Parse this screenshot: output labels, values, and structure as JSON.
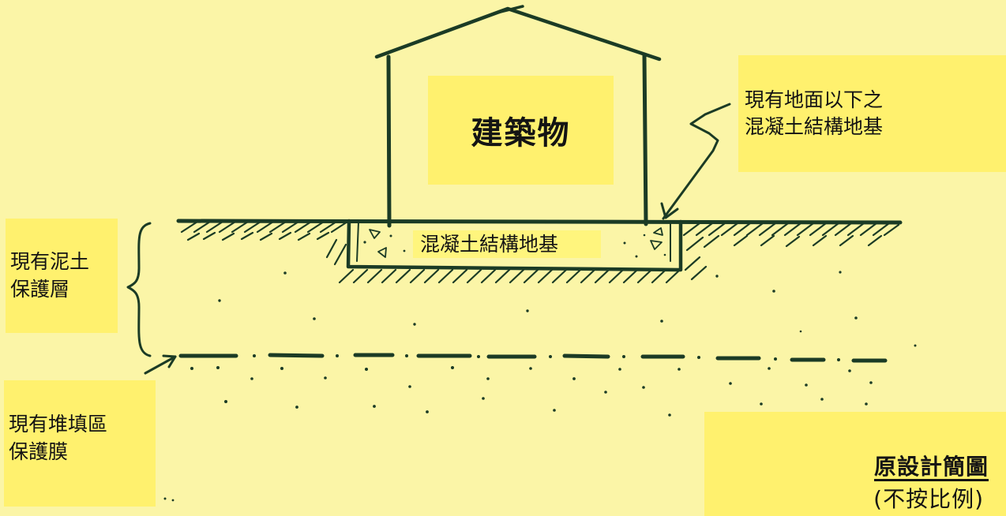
{
  "labels": {
    "building": "建築物",
    "foundation_note": "現有地面以下之\n混凝土結構地基",
    "slab": "混凝土結構地基",
    "soil_layer": "現有泥土\n保護層",
    "membrane": "現有堆填區\n保護膜",
    "title": "原設計簡圖",
    "scale_note": "(不按比例)"
  },
  "colors": {
    "paper": "#fbf5a7",
    "highlight": "#fff16e",
    "ink": "#1b3b25"
  }
}
